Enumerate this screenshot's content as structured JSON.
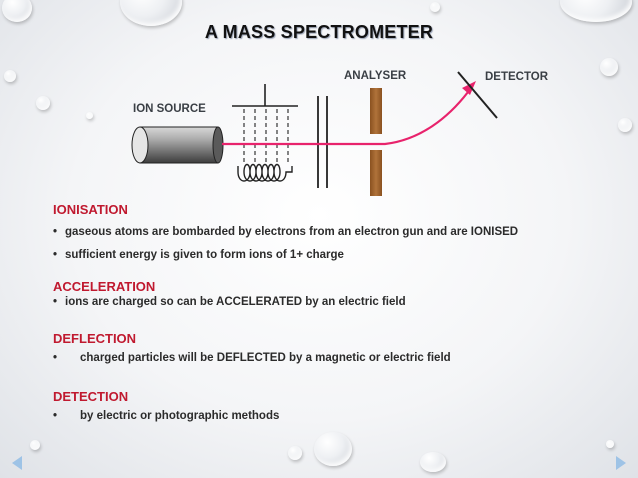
{
  "title": "A MASS SPECTROMETER",
  "diagram": {
    "labels": {
      "ion_source": "ION SOURCE",
      "analyser": "ANALYSER",
      "detector": "DETECTOR"
    },
    "colors": {
      "ion_beam": "#e8236c",
      "plates": "#a3632c",
      "heading": "#c0192f"
    }
  },
  "sections": [
    {
      "heading": "IONISATION",
      "bullets": [
        "gaseous atoms are bombarded by electrons from an electron gun and are IONISED",
        "sufficient energy is given to form ions of 1+ charge"
      ]
    },
    {
      "heading": "ACCELERATION",
      "bullets": [
        "ions are charged so can be ACCELERATED by an electric field"
      ]
    },
    {
      "heading": "DEFLECTION",
      "bullets": [
        "charged particles will be DEFLECTED by a magnetic or electric field"
      ]
    },
    {
      "heading": "DETECTION",
      "bullets": [
        "by electric or photographic methods"
      ]
    }
  ],
  "bullet_char": "•",
  "nav": {
    "prev_icon": "triangle-left-icon",
    "next_icon": "triangle-right-icon"
  }
}
